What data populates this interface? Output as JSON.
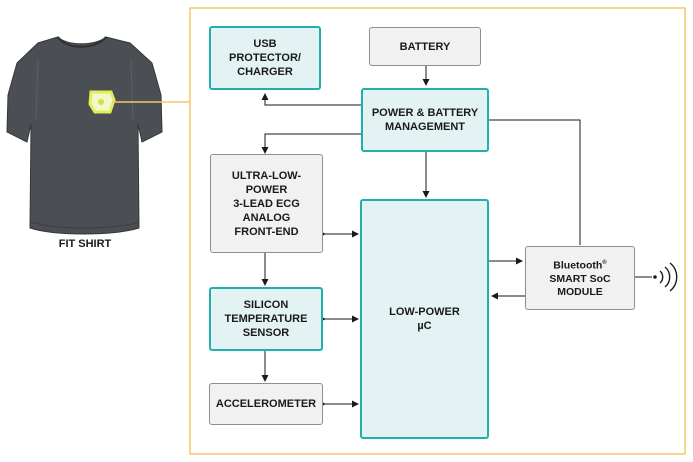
{
  "shirt": {
    "caption": "FIT SHIRT"
  },
  "blocks": {
    "usb": "USB\nPROTECTOR/\nCHARGER",
    "battery": "BATTERY",
    "power_mgmt": "POWER & BATTERY\nMANAGEMENT",
    "ecg": "ULTRA-LOW-\nPOWER\n3-LEAD ECG\nANALOG\nFRONT-END",
    "temp": "SILICON\nTEMPERATURE\nSENSOR",
    "accel": "ACCELEROMETER",
    "uc": "LOW-POWER\nµC",
    "ble_line1": "Bluetooth",
    "ble_reg": "®",
    "ble_rest": "SMART SoC\nMODULE"
  },
  "icons": {
    "wireless": "wireless-signal-icon",
    "module": "sensor-module-icon"
  },
  "colors": {
    "frame": "#f3c968",
    "teal_border": "#1fb0ad",
    "teal_fill": "#e3f3f4",
    "gray_border": "#8e8e8e",
    "gray_fill": "#f1f1f1",
    "shirt": "#4a4d50",
    "module": "#e8f47a",
    "line": "#1a1a1a"
  }
}
